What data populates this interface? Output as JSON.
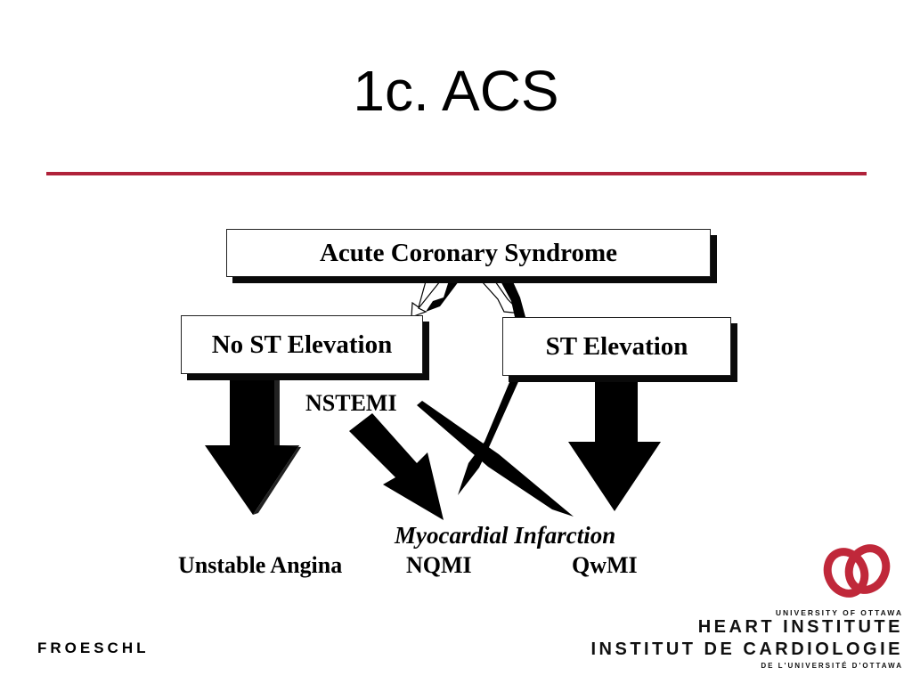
{
  "slide": {
    "title": "1c.  ACS",
    "author": "FROESCHL"
  },
  "diagram": {
    "top_box": "Acute Coronary Syndrome",
    "left_box": "No ST Elevation",
    "right_box": "ST Elevation",
    "nstemi_label": "NSTEMI",
    "mi_label": "Myocardial Infarction",
    "outcomes": {
      "left": "Unstable Angina",
      "middle": "NQMI",
      "right": "QwMI"
    }
  },
  "logo": {
    "line1": "UNIVERSITY OF OTTAWA",
    "line2": "HEART INSTITUTE",
    "line3": "INSTITUT DE CARDIOLOGIE",
    "line4": "DE L'UNIVERSITÉ D'OTTAWA"
  },
  "colors": {
    "accent_rule": "#b0223a",
    "logo_red": "#c0283a",
    "ink": "#000000"
  }
}
